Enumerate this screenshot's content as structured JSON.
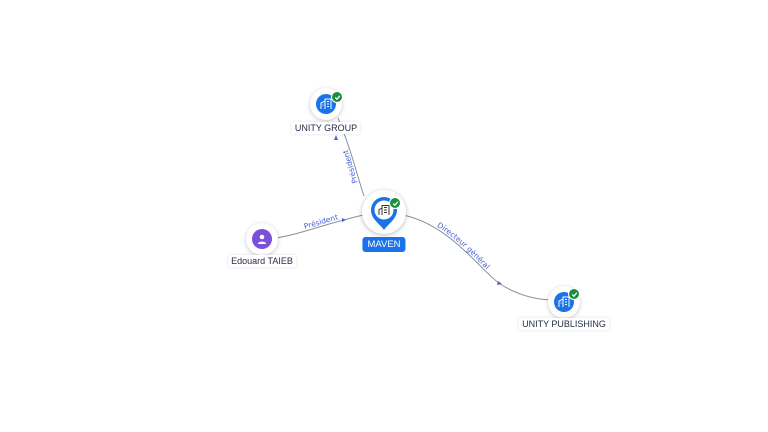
{
  "nodes": {
    "maven": {
      "label": "MAVEN",
      "icon": "building-icon",
      "verified": true,
      "role": "center-company"
    },
    "unity_group": {
      "label": "UNITY GROUP",
      "icon": "building-icon",
      "verified": true
    },
    "unity_publishing": {
      "label": "UNITY PUBLISHING",
      "icon": "building-icon",
      "verified": true
    },
    "edouard_taieb": {
      "label": "Edouard TAIEB",
      "icon": "person-icon",
      "verified": false
    }
  },
  "edges": {
    "maven_to_unity_group": {
      "from": "MAVEN",
      "to": "UNITY GROUP",
      "label": "Président"
    },
    "edouard_to_maven": {
      "from": "Edouard TAIEB",
      "to": "MAVEN",
      "label": "Président"
    },
    "maven_to_unity_publishing": {
      "from": "MAVEN",
      "to": "UNITY PUBLISHING",
      "label": "Directeur général"
    }
  },
  "colors": {
    "company_blue": "#1a73e8",
    "person_purple": "#7b4fd9",
    "verified_green": "#1e8e3e",
    "edge_label_blue": "#4a5fd6"
  }
}
